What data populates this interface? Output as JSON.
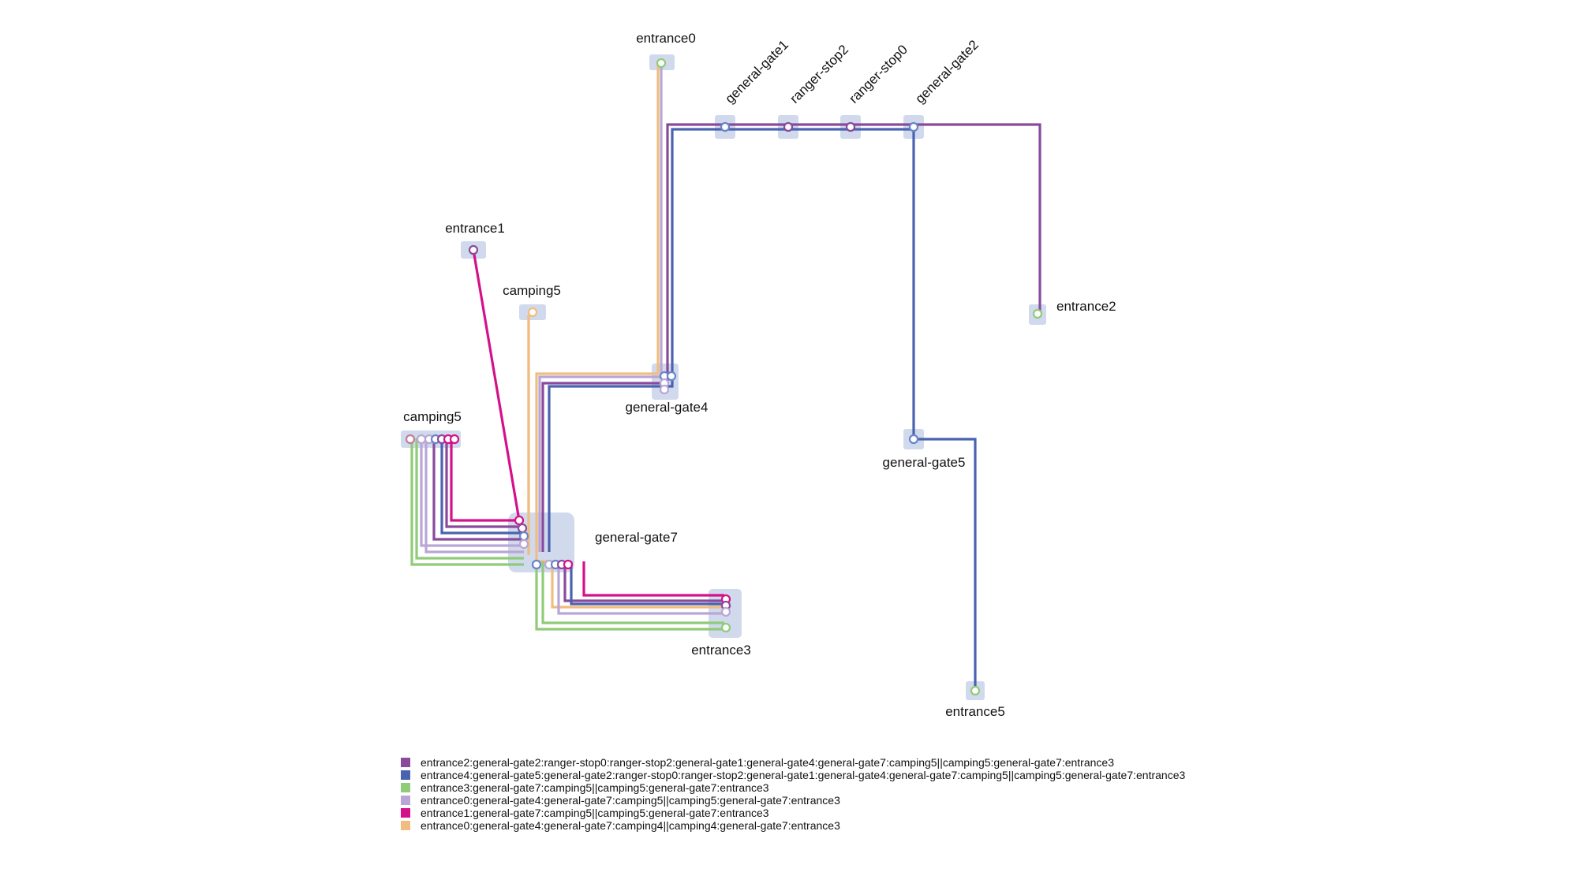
{
  "nodes": {
    "entrance0": "entrance0",
    "entrance1": "entrance1",
    "entrance2": "entrance2",
    "entrance3": "entrance3",
    "entrance5": "entrance5",
    "camping_top": "camping5",
    "camping_left": "camping5",
    "general_gate1": "general-gate1",
    "ranger_stop2": "ranger-stop2",
    "ranger_stop0": "ranger-stop0",
    "general_gate2": "general-gate2",
    "general_gate4": "general-gate4",
    "general_gate5": "general-gate5",
    "general_gate7": "general-gate7"
  },
  "legend": [
    {
      "color": "#8a4a9c",
      "label": "entrance2:general-gate2:ranger-stop0:ranger-stop2:general-gate1:general-gate4:general-gate7:camping5||camping5:general-gate7:entrance3"
    },
    {
      "color": "#4a63b0",
      "label": "entrance4:general-gate5:general-gate2:ranger-stop0:ranger-stop2:general-gate1:general-gate4:general-gate7:camping5||camping5:general-gate7:entrance3"
    },
    {
      "color": "#8fcb78",
      "label": "entrance3:general-gate7:camping5||camping5:general-gate7:entrance3"
    },
    {
      "color": "#b9a6d6",
      "label": "entrance0:general-gate4:general-gate7:camping5||camping5:general-gate7:entrance3"
    },
    {
      "color": "#d4108a",
      "label": "entrance1:general-gate7:camping5||camping5:general-gate7:entrance3"
    },
    {
      "color": "#f0bd80",
      "label": "entrance0:general-gate4:general-gate7:camping4||camping4:general-gate7:entrance3"
    }
  ]
}
